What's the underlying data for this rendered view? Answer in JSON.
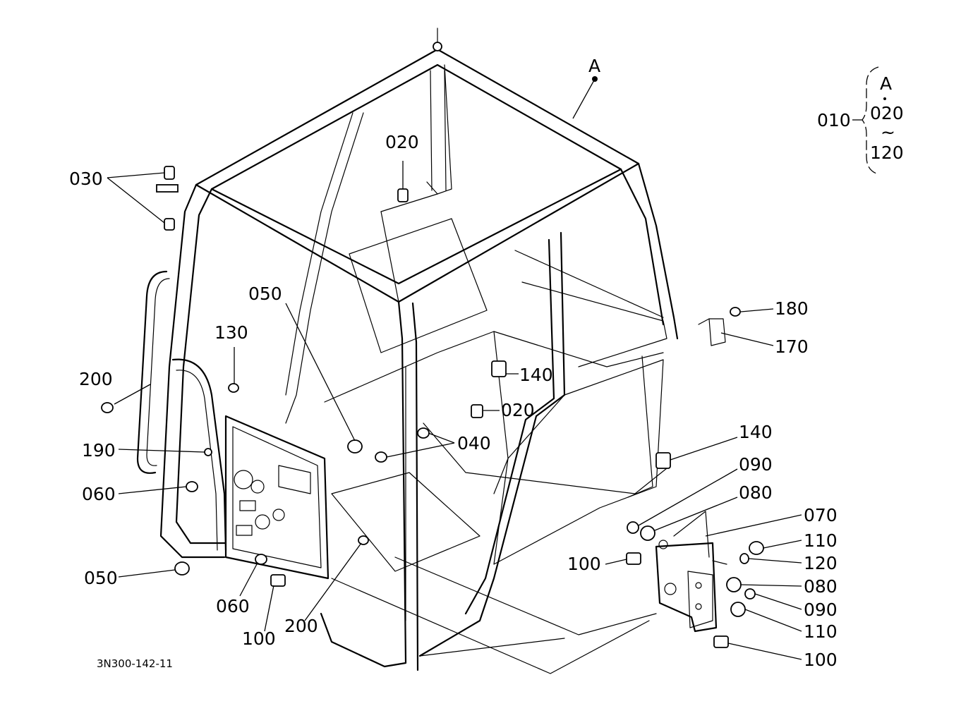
{
  "callouts": {
    "c030": "030",
    "c020_top": "020",
    "cA": "A",
    "c050_top": "050",
    "c130": "130",
    "c200_left": "200",
    "c190": "190",
    "c060_left": "060",
    "c050_bottom": "050",
    "c060_bottom": "060",
    "c100_bottom": "100",
    "c200_bottom": "200",
    "c140_mid": "140",
    "c020_mid": "020",
    "c040": "040",
    "c180": "180",
    "c170": "170",
    "c140_right": "140",
    "c090_top": "090",
    "c080_top": "080",
    "c070": "070",
    "c110_top": "110",
    "c120": "120",
    "c100_mid": "100",
    "c080_bottom": "080",
    "c090_bottom": "090",
    "c110_bottom": "110",
    "c100_right": "100"
  },
  "legend": {
    "parent": "010",
    "top": "A",
    "from": "020",
    "tilde": "~",
    "to": "120"
  },
  "drawing_number": "3N300-142-11"
}
